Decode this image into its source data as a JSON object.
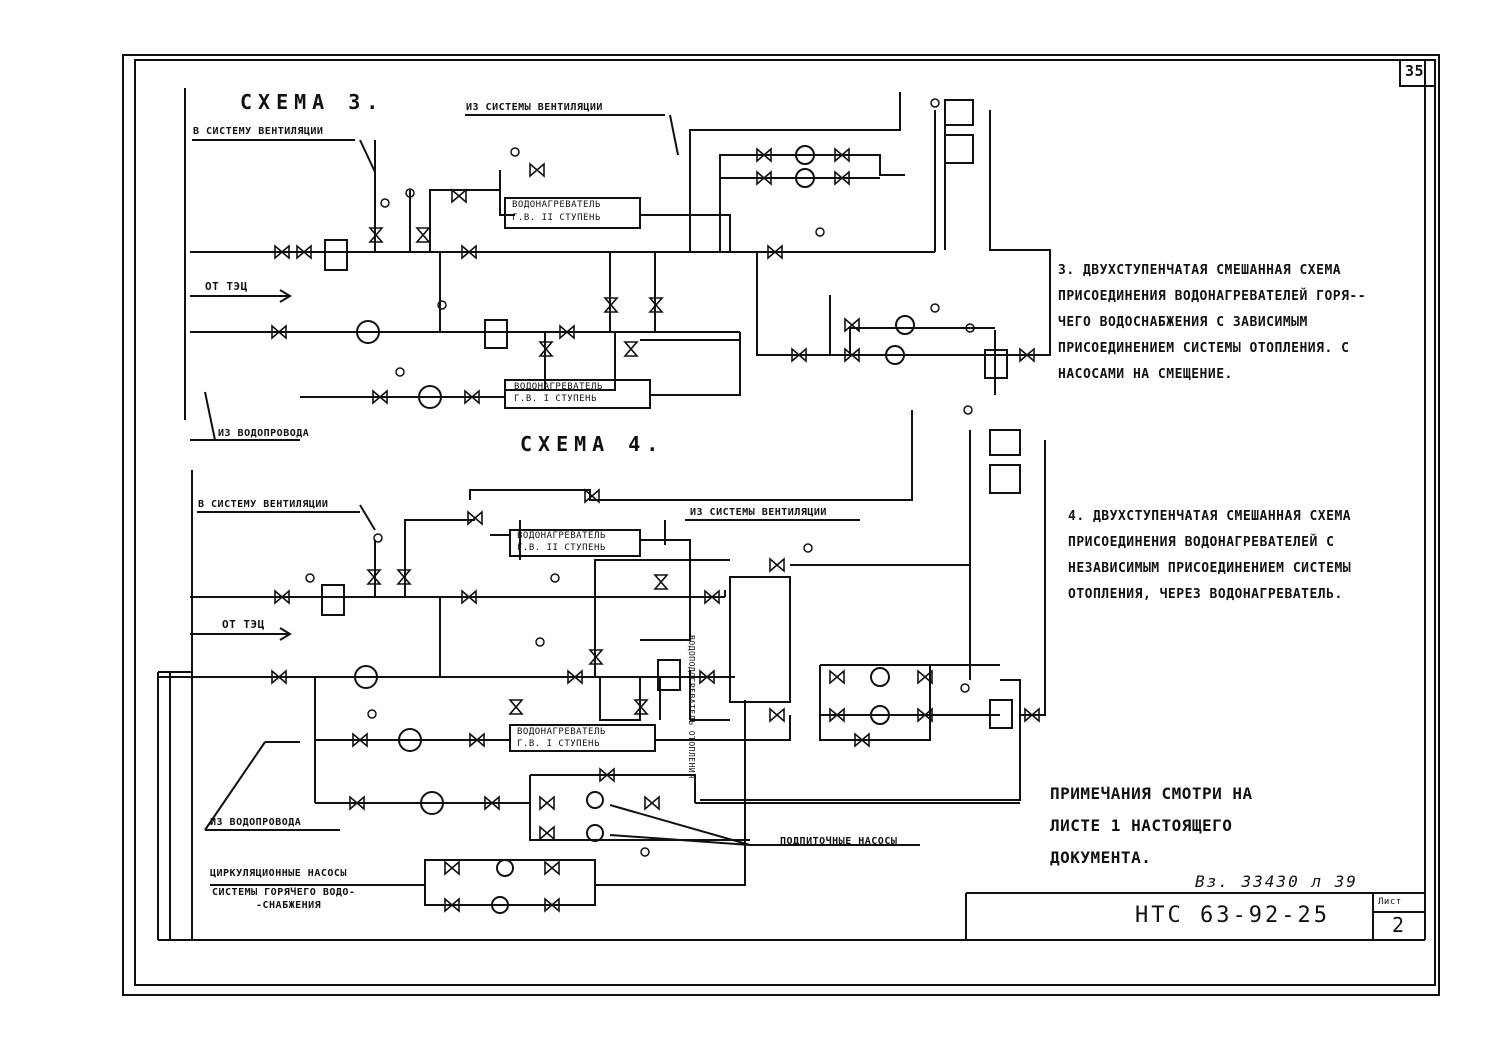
{
  "page_number": "35",
  "scheme3": {
    "title": "СХЕМА 3.",
    "labels": {
      "to_ventilation": "В СИСТЕМУ ВЕНТИЛЯЦИИ",
      "from_ventilation": "ИЗ СИСТЕМЫ ВЕНТИЛЯЦИИ",
      "from_tec": "ОТ ТЭЦ",
      "from_water_supply": "ИЗ ВОДОПРОВОДА",
      "heater2_line1": "ВОДОНАГРЕВАТЕЛЬ",
      "heater2_line2": "Г.В. II СТУПЕНЬ",
      "heater1_line1": "ВОДОНАГРЕВАТЕЛЬ",
      "heater1_line2": "Г.В. I СТУПЕНЬ"
    },
    "description": "3. ДВУХСТУПЕНЧАТАЯ СМЕШАННАЯ СХЕМА ПРИСОЕДИНЕНИЯ ВОДОНАГРЕВАТЕЛЕЙ ГОРЯ--ЧЕГО ВОДОСНАБЖЕНИЯ С ЗАВИСИМЫМ ПРИСОЕДИНЕНИЕМ СИСТЕМЫ ОТОПЛЕНИЯ. С НАСОСАМИ НА СМЕЩЕНИЕ."
  },
  "scheme4": {
    "title": "СХЕМА 4.",
    "labels": {
      "to_ventilation": "В СИСТЕМУ ВЕНТИЛЯЦИИ",
      "from_ventilation": "ИЗ СИСТЕМЫ ВЕНТИЛЯЦИИ",
      "from_tec": "ОТ ТЭЦ",
      "from_water_supply": "ИЗ ВОДОПРОВОДА",
      "heater2_line1": "ВОДОНАГРЕВАТЕЛЬ",
      "heater2_line2": "Г.В. II СТУПЕНЬ",
      "heater1_line1": "ВОДОНАГРЕВАТЕЛЬ",
      "heater1_line2": "Г.В. I СТУПЕНЬ",
      "heating_heater": "ВОДОПОДОГРЕВАТЕЛЬ ОТОПЛЕНИЯ",
      "makeup_pumps": "ПОДПИТОЧНЫЕ НАСОСЫ",
      "circ_pumps_line1": "ЦИРКУЛЯЦИОННЫЕ НАСОСЫ",
      "circ_pumps_line2": "СИСТЕМЫ ГОРЯЧЕГО ВОДО-",
      "circ_pumps_line3": "-СНАБЖЕНИЯ"
    },
    "description": "4. ДВУХСТУПЕНЧАТАЯ СМЕШАННАЯ СХЕМА ПРИСОЕДИНЕНИЯ ВОДОНАГРЕВАТЕЛЕЙ С НЕЗАВИСИМЫМ ПРИСОЕДИНЕНИЕМ СИСТЕМЫ ОТОПЛЕНИЯ, ЧЕРЕЗ ВОДОНАГРЕВАТЕЛЬ."
  },
  "note": "ПРИМЕЧАНИЯ СМОТРИ НА ЛИСТЕ 1 НАСТОЯЩЕГО ДОКУМЕНТА.",
  "stamp": {
    "handwritten_ref": "Вз. 33430 л 39",
    "doc_code": "НТС 63-92-25",
    "sheet_label": "Лист",
    "sheet_number": "2"
  }
}
